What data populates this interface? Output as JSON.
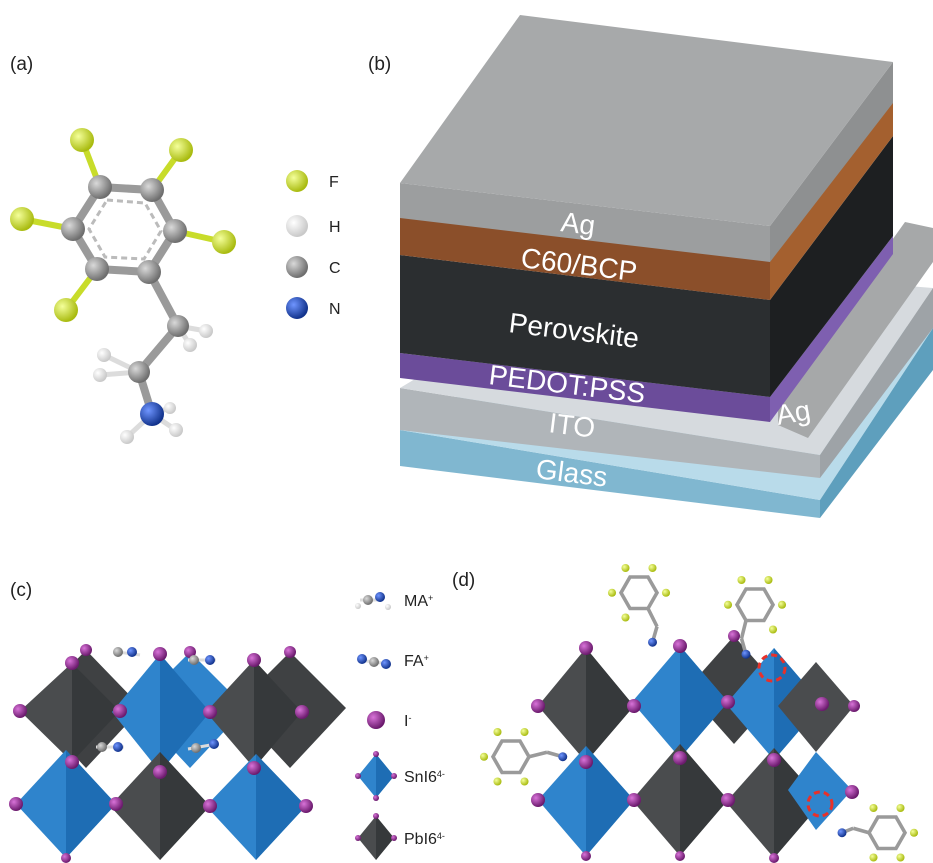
{
  "panels": {
    "a": "(a)",
    "b": "(b)",
    "c": "(c)",
    "d": "(d)"
  },
  "atom_legend": [
    {
      "symbol": "F",
      "color": "#c8dc2a"
    },
    {
      "symbol": "H",
      "color": "#f2f2f2"
    },
    {
      "symbol": "C",
      "color": "#9a9a9a"
    },
    {
      "symbol": "N",
      "color": "#1f4db3"
    }
  ],
  "device_layers": {
    "ag_top": "Ag",
    "c60_bcp": "C60/BCP",
    "perovskite": "Perovskite",
    "pedot": "PEDOT:PSS",
    "ito": "ITO",
    "glass": "Glass",
    "ag_side": "Ag"
  },
  "structure_legend": [
    {
      "label": "MA",
      "sup": "+"
    },
    {
      "label": "FA",
      "sup": "+"
    },
    {
      "label": "I",
      "sup": "-"
    },
    {
      "label": "SnI6",
      "sup": "4-"
    },
    {
      "label": "PbI6",
      "sup": "4-"
    }
  ],
  "colors": {
    "ag": "#9c9e9f",
    "c60": "#8b4f2a",
    "perovskite": "#2b2e30",
    "pedot": "#6b4c9a",
    "ito": "#b7bcc0",
    "glass": "#80b7d0",
    "sn_octa": "#2f84cc",
    "pb_octa": "#4a4c4e",
    "iodine": "#8a2a8c"
  }
}
